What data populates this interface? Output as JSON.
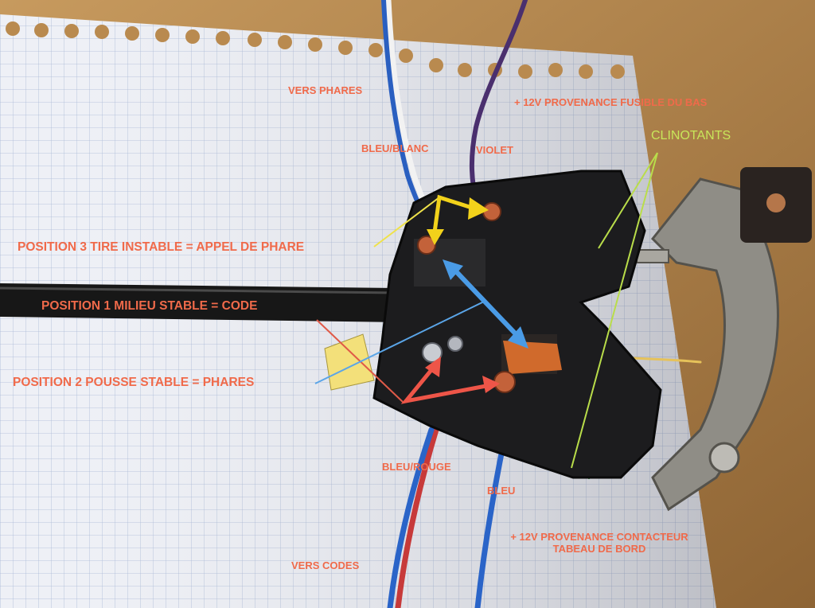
{
  "labels": {
    "vers_phares": "VERS PHARES",
    "plus12v_fusible": "+ 12V PROVENANCE FUSIBLE DU BAS",
    "clinotants": "CLINOTANTS",
    "bleu_blanc": "BLEU/BLANC",
    "violet": "VIOLET",
    "position_3": "POSITION 3 TIRE INSTABLE = APPEL DE PHARE",
    "position_1": "POSITION 1 MILIEU STABLE  = CODE",
    "position_2": "POSITION 2 POUSSE  STABLE  = PHARES",
    "bleu_rouge": "BLEU/ROUGE",
    "bleu": "BLEU",
    "plus12v_contacteur_line1": "+ 12V PROVENANCE CONTACTEUR",
    "plus12v_contacteur_line2": "TABEAU DE BORD",
    "vers_codes": "VERS CODES"
  },
  "colors": {
    "label_red": "#f06a4a",
    "clinotants_green": "#c8e65a",
    "arrow_yellow": "#f2d21b",
    "arrow_blue": "#4a9be6",
    "arrow_red": "#ee5548",
    "leader_green": "#b9dd4a",
    "leader_yellow": "#efe24a",
    "leader_blue": "#5aa5e8",
    "leader_red": "#e05a48"
  }
}
